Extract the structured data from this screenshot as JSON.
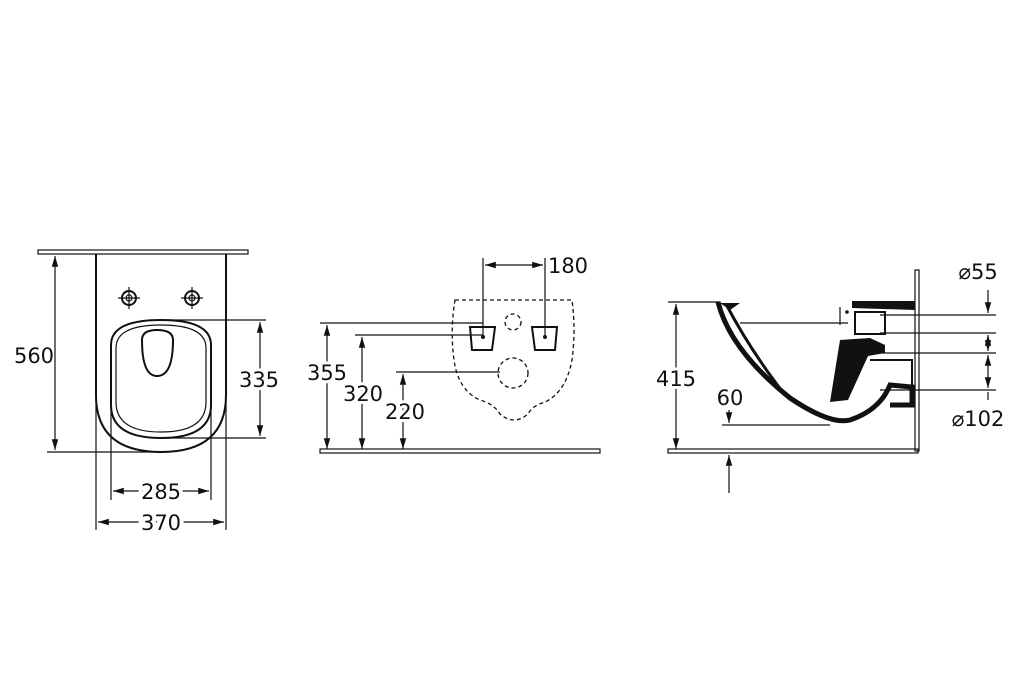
{
  "front_view": {
    "height": "560",
    "seat_length": "335",
    "seat_width": "285",
    "width": "370"
  },
  "rear_view": {
    "bolt_spacing": "180",
    "height_upper": "355",
    "height_middle": "320",
    "height_lower": "220"
  },
  "side_view": {
    "height": "415",
    "offset": "60",
    "inlet_diameter": "⌀55",
    "outlet_diameter": "⌀102"
  },
  "colors": {
    "ink": "#111111",
    "background": "#ffffff"
  }
}
